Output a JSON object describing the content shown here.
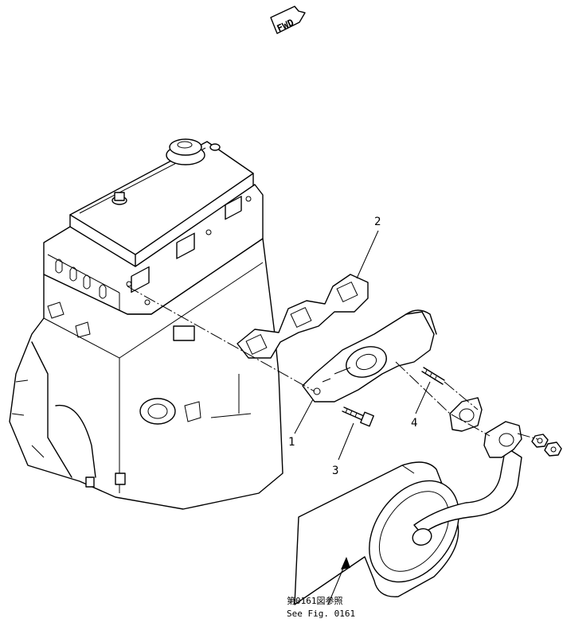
{
  "fwd_label": "FWD",
  "callouts": {
    "exhaust_manifold": "1",
    "manifold_gasket": "2",
    "manifold_bolt": "3",
    "stud": "4"
  },
  "reference": {
    "japanese": "第0161図参照",
    "english": "See Fig. 0161"
  }
}
